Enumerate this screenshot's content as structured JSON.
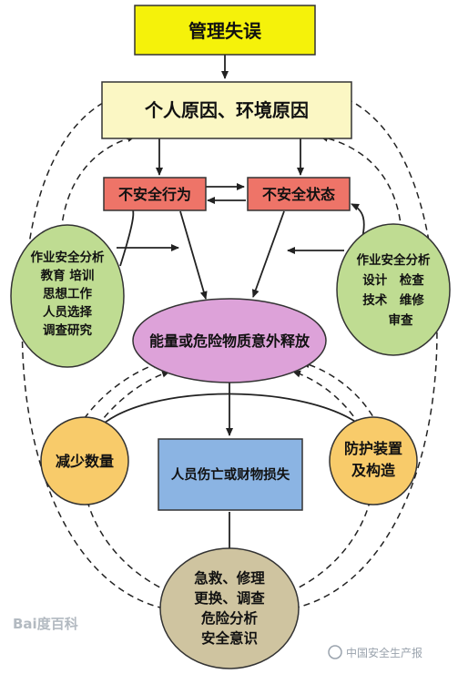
{
  "nodes": {
    "management_error": "管理失误",
    "personal_env_causes": "个人原因、环境原因",
    "unsafe_act": "不安全行为",
    "unsafe_condition": "不安全状态",
    "left_measures": [
      "作业安全分析",
      "教育 培训",
      "思想工作",
      "人员选择",
      "调查研究"
    ],
    "right_measures": [
      "作业安全分析",
      "设计　检查",
      "技术　维修",
      "审查"
    ],
    "energy_release": "能量或危险物质意外释放",
    "reduce_quantity": "减少数量",
    "protective_device": [
      "防护装置",
      "及构造"
    ],
    "injury_loss": "人员伤亡或财物损失",
    "aftermath": [
      "急救、修理",
      "更换、调查",
      "危险分析",
      "安全意识"
    ]
  },
  "watermark": {
    "left": "Bai度百科",
    "right": "中国安全生产报"
  },
  "colors": {
    "yellow_box": "#f5f20a",
    "cream_box": "#fbf7c4",
    "red_box": "#ee7468",
    "green_ellipse": "#bfdc92",
    "purple_ellipse": "#dda2d9",
    "orange_circle": "#f8cb6a",
    "blue_box": "#8bb4e3",
    "tan_ellipse": "#cfc4a0"
  }
}
